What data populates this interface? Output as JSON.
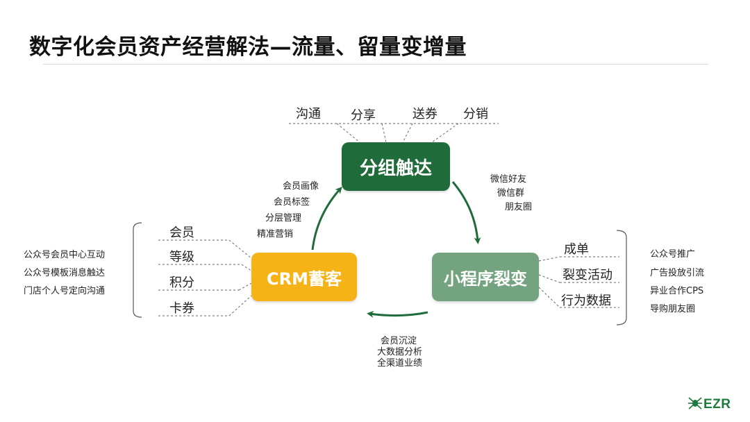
{
  "title": "数字化会员资产经营解法—流量、留量变增量",
  "nodes": {
    "top": "分组触达",
    "right": "小程序裂变",
    "left": "CRM蓄客"
  },
  "top_tags": [
    "沟通",
    "分享",
    "送券",
    "分销"
  ],
  "arrow_notes": {
    "top_to_right": [
      "微信好友",
      "微信群",
      "朋友圈"
    ],
    "right_to_left": [
      "会员沉淀",
      "大数据分析",
      "全渠道业绩"
    ],
    "left_to_top": [
      "会员画像",
      "会员标签",
      "分层管理",
      "精准营销"
    ]
  },
  "right_items": [
    "成单",
    "裂变活动",
    "行为数据"
  ],
  "right_channels": [
    "公众号推广",
    "广告投放引流",
    "异业合作CPS",
    "导购朋友圈"
  ],
  "left_items": [
    "会员",
    "等级",
    "积分",
    "卡券"
  ],
  "left_channels": [
    "公众号会员中心互动",
    "公众号模板消息触达",
    "门店个人号定向沟通"
  ],
  "logo": {
    "text": "EZR",
    "icon": "spider-icon",
    "color": "#1e7a3c"
  },
  "colors": {
    "top_node": "#1f6b3a",
    "right_node": "#73a37f",
    "left_node": "#f6b318"
  }
}
